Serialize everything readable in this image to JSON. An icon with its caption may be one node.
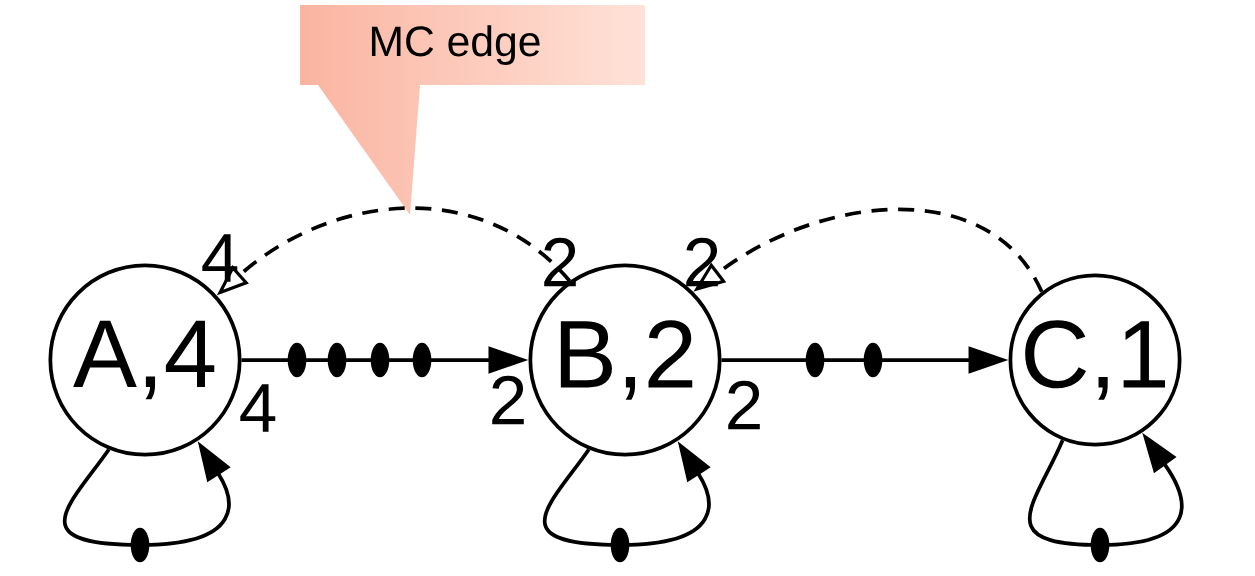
{
  "diagram": {
    "nodes": [
      {
        "text": [
          "A,4"
        ]
      },
      {
        "text": [
          "B,2"
        ]
      },
      {
        "text": [
          "C,1"
        ]
      },
      {
        "text": [
          "MC edge"
        ]
      }
    ],
    "edges": [
      {
        "from": 0,
        "to": 1,
        "arrow": "to"
      },
      {
        "from": 1,
        "to": 2,
        "arrow": "to"
      },
      {
        "from": 1,
        "to": 0,
        "arrow": "to",
        "style": "dashed"
      },
      {
        "from": 2,
        "to": 1,
        "arrow": "to",
        "style": "dashed"
      },
      {
        "from": 0,
        "to": 0,
        "arrow": "to"
      },
      {
        "from": 1,
        "to": 1,
        "arrow": "to"
      },
      {
        "from": 2,
        "to": 2,
        "arrow": "to"
      }
    ],
    "labels": [
      "4",
      "2",
      "2",
      "4",
      "2",
      "2"
    ]
  }
}
